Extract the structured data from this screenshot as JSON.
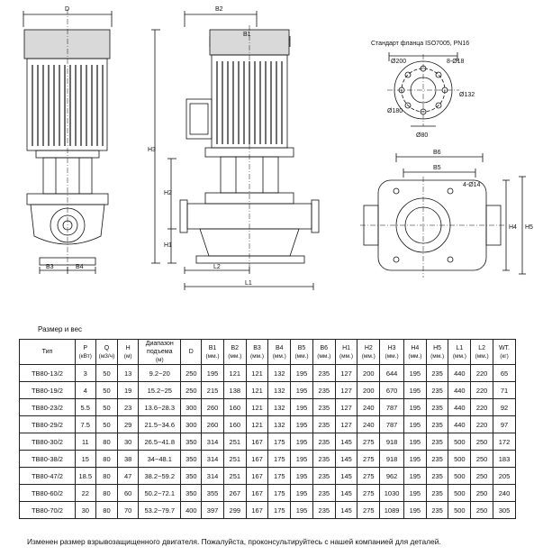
{
  "drawing_labels": {
    "d": "D",
    "b2": "B2",
    "b1": "B1",
    "h3": "H3",
    "h2": "H2",
    "h1": "H1",
    "l2": "L2",
    "l1": "L1",
    "b3": "B3",
    "b4": "B4",
    "flange_title": "Стандарт фланца ISO7005, PN16",
    "flange_d200": "Ø200",
    "flange_8x18": "8-Ø18",
    "flange_d132": "Ø132",
    "flange_d180": "Ø180",
    "flange_d80": "Ø80",
    "b6": "B6",
    "b5": "B5",
    "holes_4x14": "4-Ø14",
    "h4": "H4",
    "h5": "H5"
  },
  "table": {
    "title": "Размер и вес",
    "columns": [
      {
        "key": "type",
        "name": "Тип",
        "unit": ""
      },
      {
        "key": "p",
        "name": "P",
        "unit": "(кВт)"
      },
      {
        "key": "q",
        "name": "Q",
        "unit": "(м3/ч)"
      },
      {
        "key": "h",
        "name": "H",
        "unit": "(м)"
      },
      {
        "key": "range",
        "name": "Диапазон подъема",
        "unit": "(м)"
      },
      {
        "key": "d",
        "name": "D",
        "unit": ""
      },
      {
        "key": "b1",
        "name": "B1",
        "unit": "(мм.)"
      },
      {
        "key": "b2",
        "name": "B2",
        "unit": "(мм.)"
      },
      {
        "key": "b3",
        "name": "B3",
        "unit": "(мм.)"
      },
      {
        "key": "b4",
        "name": "B4",
        "unit": "(мм.)"
      },
      {
        "key": "b5",
        "name": "B5",
        "unit": "(мм.)"
      },
      {
        "key": "b6",
        "name": "B6",
        "unit": "(мм.)"
      },
      {
        "key": "h1",
        "name": "H1",
        "unit": "(мм.)"
      },
      {
        "key": "h2",
        "name": "H2",
        "unit": "(мм.)"
      },
      {
        "key": "h3",
        "name": "H3",
        "unit": "(мм.)"
      },
      {
        "key": "h4",
        "name": "H4",
        "unit": "(мм.)"
      },
      {
        "key": "h5",
        "name": "H5",
        "unit": "(мм.)"
      },
      {
        "key": "l1",
        "name": "L1",
        "unit": "(мм.)"
      },
      {
        "key": "l2",
        "name": "L2",
        "unit": "(мм.)"
      },
      {
        "key": "wt",
        "name": "WT.",
        "unit": "(кг)"
      }
    ],
    "rows": [
      [
        "TB80-13/2",
        "3",
        "50",
        "13",
        "9.2~20",
        "250",
        "195",
        "121",
        "121",
        "132",
        "195",
        "235",
        "127",
        "200",
        "644",
        "195",
        "235",
        "440",
        "220",
        "65"
      ],
      [
        "TB80-19/2",
        "4",
        "50",
        "19",
        "15.2~25",
        "250",
        "215",
        "138",
        "121",
        "132",
        "195",
        "235",
        "127",
        "200",
        "670",
        "195",
        "235",
        "440",
        "220",
        "71"
      ],
      [
        "TB80-23/2",
        "5.5",
        "50",
        "23",
        "13.6~28.3",
        "300",
        "260",
        "160",
        "121",
        "132",
        "195",
        "235",
        "127",
        "240",
        "787",
        "195",
        "235",
        "440",
        "220",
        "92"
      ],
      [
        "TB80-29/2",
        "7.5",
        "50",
        "29",
        "21.5~34.6",
        "300",
        "260",
        "160",
        "121",
        "132",
        "195",
        "235",
        "127",
        "240",
        "787",
        "195",
        "235",
        "440",
        "220",
        "97"
      ],
      [
        "TB80-30/2",
        "11",
        "80",
        "30",
        "26.5~41.8",
        "350",
        "314",
        "251",
        "167",
        "175",
        "195",
        "235",
        "145",
        "275",
        "918",
        "195",
        "235",
        "500",
        "250",
        "172"
      ],
      [
        "TB80-38/2",
        "15",
        "80",
        "38",
        "34~48.1",
        "350",
        "314",
        "251",
        "167",
        "175",
        "195",
        "235",
        "145",
        "275",
        "918",
        "195",
        "235",
        "500",
        "250",
        "183"
      ],
      [
        "TB80-47/2",
        "18.5",
        "80",
        "47",
        "38.2~59.2",
        "350",
        "314",
        "251",
        "167",
        "175",
        "195",
        "235",
        "145",
        "275",
        "962",
        "195",
        "235",
        "500",
        "250",
        "205"
      ],
      [
        "TB80-60/2",
        "22",
        "80",
        "60",
        "50.2~72.1",
        "350",
        "355",
        "267",
        "167",
        "175",
        "195",
        "235",
        "145",
        "275",
        "1030",
        "195",
        "235",
        "500",
        "250",
        "240"
      ],
      [
        "TB80-70/2",
        "30",
        "80",
        "70",
        "53.2~79.7",
        "400",
        "397",
        "299",
        "167",
        "175",
        "195",
        "235",
        "145",
        "275",
        "1089",
        "195",
        "235",
        "500",
        "250",
        "305"
      ]
    ]
  },
  "footnote": "Изменен размер взрывозащищенного двигателя. Пожалуйста, проконсультируйтесь с нашей компанией для деталей."
}
